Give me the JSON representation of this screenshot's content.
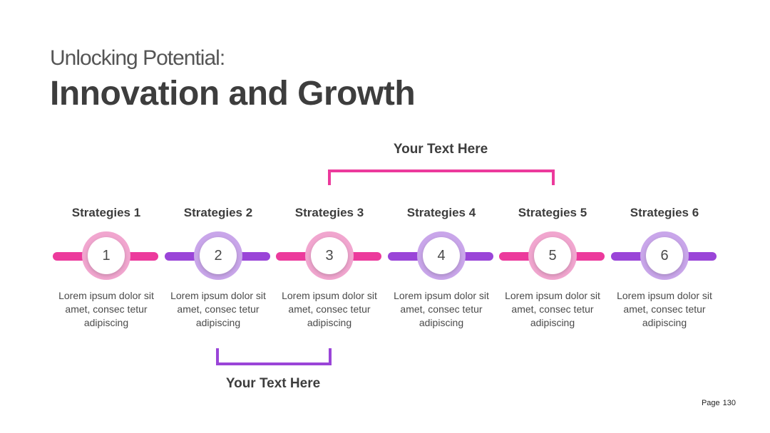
{
  "header": {
    "subtitle": "Unlocking Potential:",
    "title": "Innovation and Growth"
  },
  "colors": {
    "pink": "#ec3a9c",
    "purple": "#9a45d8",
    "pink_ring": "#f1a6cf",
    "purple_ring": "#c9a6ea"
  },
  "top_bracket": {
    "label": "Your Text Here",
    "color": "#ec3a9c"
  },
  "bottom_bracket": {
    "label": "Your Text Here",
    "color": "#9a45d8"
  },
  "steps": [
    {
      "title": "Strategies 1",
      "number": "1",
      "desc": "Lorem ipsum dolor sit amet, consec tetur adipiscing",
      "color": "pink"
    },
    {
      "title": "Strategies 2",
      "number": "2",
      "desc": "Lorem ipsum dolor sit amet, consec tetur adipiscing",
      "color": "purple"
    },
    {
      "title": "Strategies 3",
      "number": "3",
      "desc": "Lorem ipsum dolor sit amet, consec tetur adipiscing",
      "color": "pink"
    },
    {
      "title": "Strategies 4",
      "number": "4",
      "desc": "Lorem ipsum dolor sit amet, consec tetur adipiscing",
      "color": "purple"
    },
    {
      "title": "Strategies 5",
      "number": "5",
      "desc": "Lorem ipsum dolor sit amet, consec tetur adipiscing",
      "color": "pink"
    },
    {
      "title": "Strategies 6",
      "number": "6",
      "desc": "Lorem ipsum dolor sit amet, consec tetur adipiscing",
      "color": "purple"
    }
  ],
  "footer": {
    "page_word": "Page",
    "page_number": "130"
  }
}
